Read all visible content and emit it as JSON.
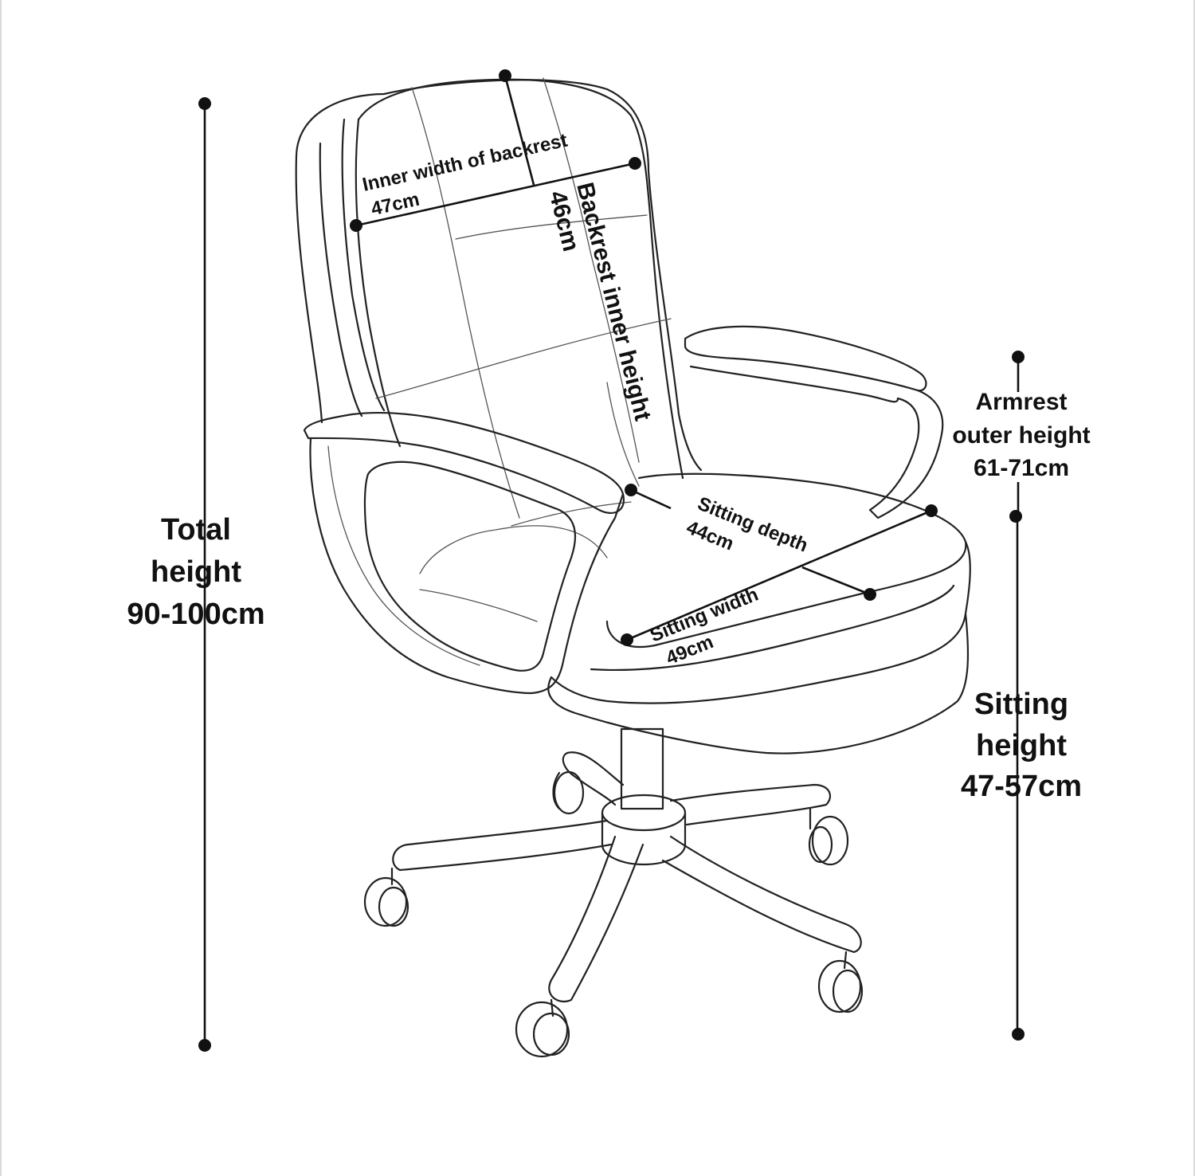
{
  "diagram": {
    "colors": {
      "line": "#222222",
      "text": "#111111",
      "background": "#ffffff"
    },
    "labels": {
      "inner_width": {
        "title": "Inner width of backrest",
        "value": "47cm"
      },
      "backrest_height": {
        "title": "Backrest inner height",
        "value": "46cm"
      },
      "armrest": {
        "line1": "Armrest",
        "line2": "outer height",
        "value": "61-71cm"
      },
      "total_height": {
        "line1": "Total",
        "line2": "height",
        "value": "90-100cm"
      },
      "sitting_depth": {
        "title": "Sitting depth",
        "value": "44cm"
      },
      "sitting_width": {
        "title": "Sitting width",
        "value": "49cm"
      },
      "sitting_height": {
        "line1": "Sitting",
        "line2": "height",
        "value": "47-57cm"
      }
    }
  }
}
